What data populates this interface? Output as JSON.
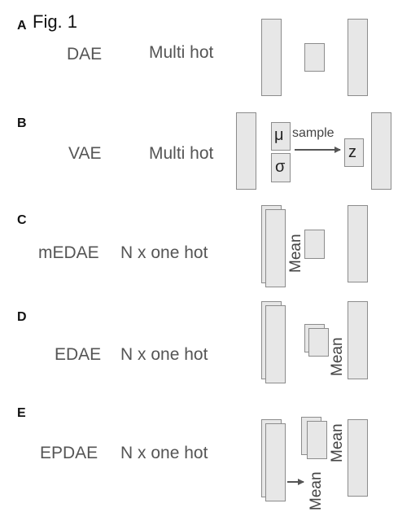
{
  "figure": {
    "title": "Fig. 1"
  },
  "panels": [
    {
      "letter": "A",
      "model": "DAE",
      "input": "Multi hot"
    },
    {
      "letter": "B",
      "model": "VAE",
      "input": "Multi hot",
      "mu": "μ",
      "sigma": "σ",
      "sample": "sample",
      "z": "z"
    },
    {
      "letter": "C",
      "model": "mEDAE",
      "input": "N x one hot",
      "mean": "Mean"
    },
    {
      "letter": "D",
      "model": "EDAE",
      "input": "N x one hot",
      "mean": "Mean"
    },
    {
      "letter": "E",
      "model": "EPDAE",
      "input": "N x one hot",
      "mean_top": "Mean",
      "mean_bottom": "Mean"
    }
  ],
  "colors": {
    "box_fill": "#e7e7e7",
    "box_border": "#8c8c8c",
    "arrow": "#555555",
    "label_gray": "#555555"
  }
}
